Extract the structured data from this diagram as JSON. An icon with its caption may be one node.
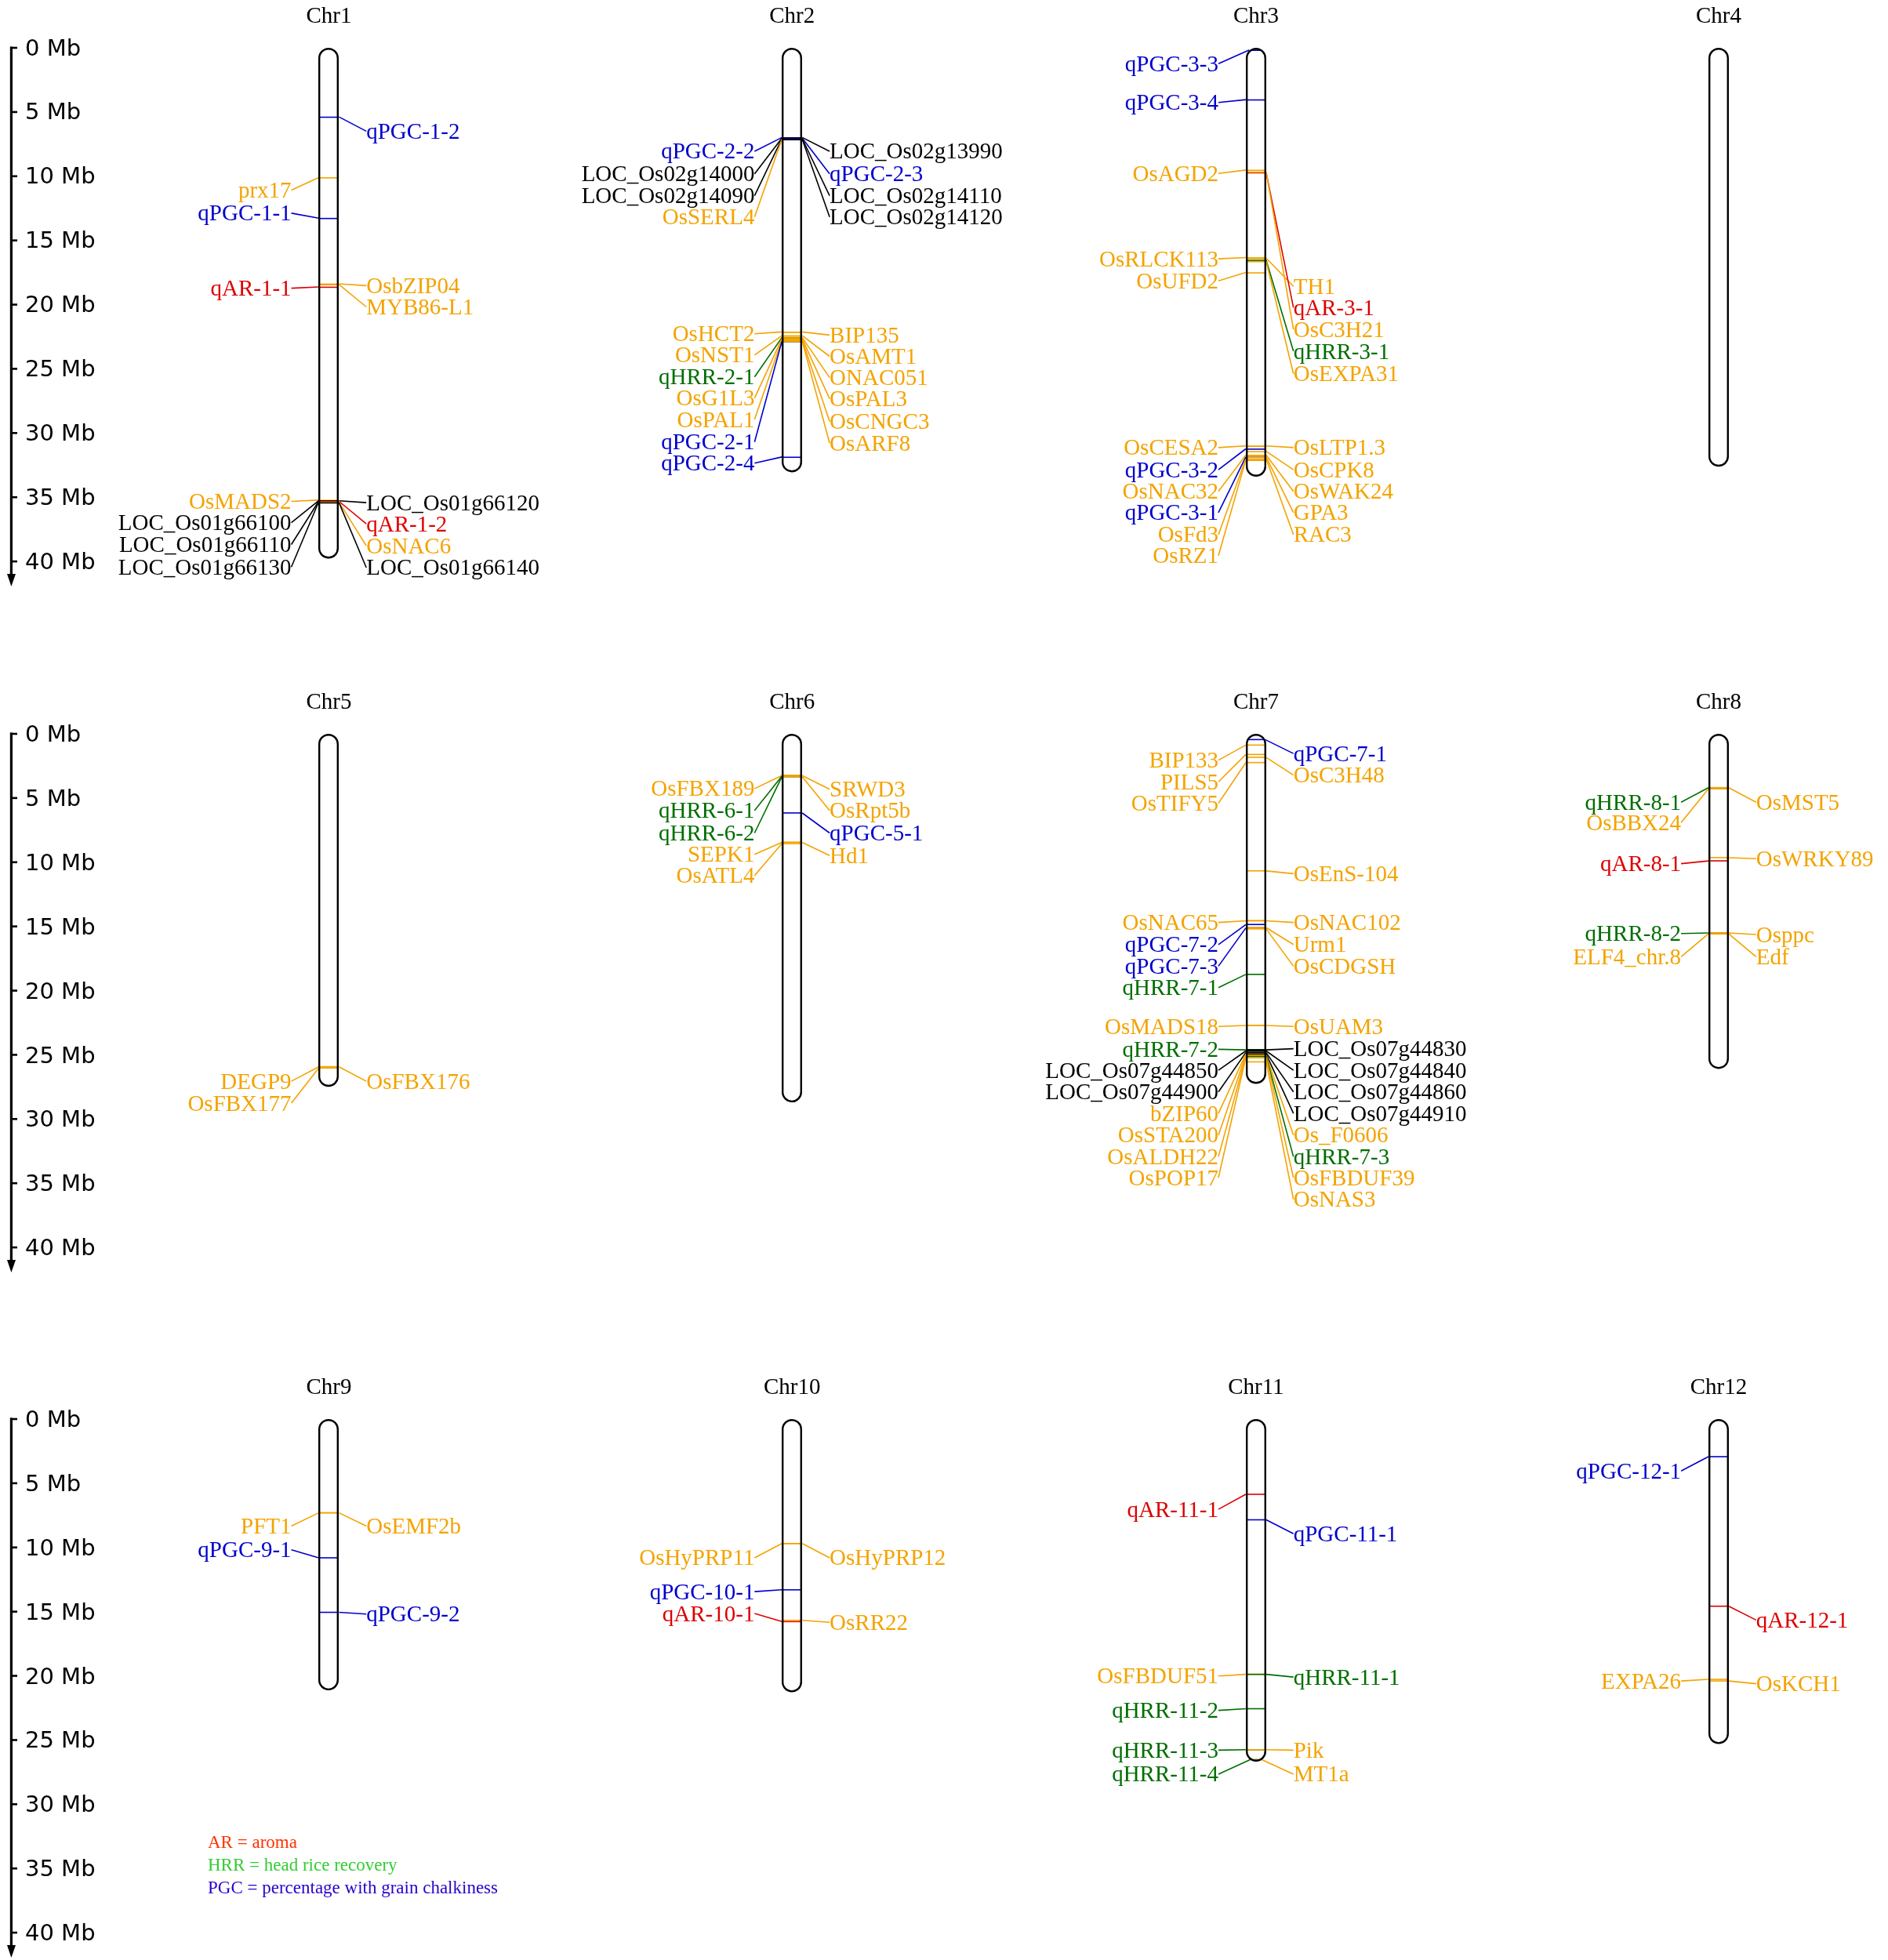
{
  "diagram": {
    "nodes": [
      {
        "text": [
          "Chr1"
        ]
      },
      {
        "text": [
          "prx17"
        ]
      },
      {
        "text": [
          "qPGC-1-1"
        ]
      },
      {
        "text": [
          "qAR-1-1"
        ]
      },
      {
        "text": [
          "OsMADS2"
        ]
      },
      {
        "text": [
          "LOC_Os01g66100"
        ]
      },
      {
        "text": [
          "LOC_Os01g66110"
        ]
      },
      {
        "text": [
          "LOC_Os01g66130"
        ]
      },
      {
        "text": [
          "qPGC-1-2"
        ]
      },
      {
        "text": [
          "OsbZIP04"
        ]
      },
      {
        "text": [
          "MYB86-L1"
        ]
      },
      {
        "text": [
          "LOC_Os01g66120"
        ]
      },
      {
        "text": [
          "qAR-1-2"
        ]
      },
      {
        "text": [
          "OsNAC6"
        ]
      },
      {
        "text": [
          "LOC_Os01g66140"
        ]
      },
      {
        "text": [
          "Chr2"
        ]
      },
      {
        "text": [
          "qPGC-2-2"
        ]
      },
      {
        "text": [
          "LOC_Os02g14000"
        ]
      },
      {
        "text": [
          "LOC_Os02g14090"
        ]
      },
      {
        "text": [
          "OsSERL4"
        ]
      },
      {
        "text": [
          "OsHCT2"
        ]
      },
      {
        "text": [
          "OsNST1"
        ]
      },
      {
        "text": [
          "qHRR-2-1"
        ]
      },
      {
        "text": [
          "OsG1L3"
        ]
      },
      {
        "text": [
          "OsPAL1"
        ]
      },
      {
        "text": [
          "qPGC-2-1"
        ]
      },
      {
        "text": [
          "qPGC-2-4"
        ]
      },
      {
        "text": [
          "LOC_Os02g13990"
        ]
      },
      {
        "text": [
          "qPGC-2-3"
        ]
      },
      {
        "text": [
          "LOC_Os02g14110"
        ]
      },
      {
        "text": [
          "LOC_Os02g14120"
        ]
      },
      {
        "text": [
          "BIP135"
        ]
      },
      {
        "text": [
          "OsAMT1"
        ]
      },
      {
        "text": [
          "ONAC051"
        ]
      },
      {
        "text": [
          "OsPAL3"
        ]
      },
      {
        "text": [
          "OsCNGC3"
        ]
      },
      {
        "text": [
          "OsARF8"
        ]
      },
      {
        "text": [
          "Chr3"
        ]
      },
      {
        "text": [
          "qPGC-3-3"
        ]
      },
      {
        "text": [
          "qPGC-3-4"
        ]
      },
      {
        "text": [
          "OsAGD2"
        ]
      },
      {
        "text": [
          "OsRLCK113"
        ]
      },
      {
        "text": [
          "OsUFD2"
        ]
      },
      {
        "text": [
          "OsCESA2"
        ]
      },
      {
        "text": [
          "qPGC-3-2"
        ]
      },
      {
        "text": [
          "OsNAC32"
        ]
      },
      {
        "text": [
          "qPGC-3-1"
        ]
      },
      {
        "text": [
          "OsFd3"
        ]
      },
      {
        "text": [
          "OsRZ1"
        ]
      },
      {
        "text": [
          "TH1"
        ]
      },
      {
        "text": [
          "qAR-3-1"
        ]
      },
      {
        "text": [
          "OsC3H21"
        ]
      },
      {
        "text": [
          "qHRR-3-1"
        ]
      },
      {
        "text": [
          "OsEXPA31"
        ]
      },
      {
        "text": [
          "OsLTP1.3"
        ]
      },
      {
        "text": [
          "OsCPK8"
        ]
      },
      {
        "text": [
          "OsWAK24"
        ]
      },
      {
        "text": [
          "GPA3"
        ]
      },
      {
        "text": [
          "RAC3"
        ]
      },
      {
        "text": [
          "Chr4"
        ]
      },
      {
        "text": [
          "Chr5"
        ]
      },
      {
        "text": [
          "DEGP9"
        ]
      },
      {
        "text": [
          "OsFBX177"
        ]
      },
      {
        "text": [
          "OsFBX176"
        ]
      },
      {
        "text": [
          "Chr6"
        ]
      },
      {
        "text": [
          "OsFBX189"
        ]
      },
      {
        "text": [
          "qHRR-6-1"
        ]
      },
      {
        "text": [
          "qHRR-6-2"
        ]
      },
      {
        "text": [
          "SEPK1"
        ]
      },
      {
        "text": [
          "OsATL4"
        ]
      },
      {
        "text": [
          "SRWD3"
        ]
      },
      {
        "text": [
          "OsRpt5b"
        ]
      },
      {
        "text": [
          "qPGC-5-1"
        ]
      },
      {
        "text": [
          "Hd1"
        ]
      },
      {
        "text": [
          "Chr7"
        ]
      },
      {
        "text": [
          "BIP133"
        ]
      },
      {
        "text": [
          "PILS5"
        ]
      },
      {
        "text": [
          "OsTIFY5"
        ]
      },
      {
        "text": [
          "OsNAC65"
        ]
      },
      {
        "text": [
          "qPGC-7-2"
        ]
      },
      {
        "text": [
          "qPGC-7-3"
        ]
      },
      {
        "text": [
          "qHRR-7-1"
        ]
      },
      {
        "text": [
          "OsMADS18"
        ]
      },
      {
        "text": [
          "qHRR-7-2"
        ]
      },
      {
        "text": [
          "LOC_Os07g44850"
        ]
      },
      {
        "text": [
          "LOC_Os07g44900"
        ]
      },
      {
        "text": [
          "bZIP60"
        ]
      },
      {
        "text": [
          "OsSTA200"
        ]
      },
      {
        "text": [
          "OsALDH22"
        ]
      },
      {
        "text": [
          "OsPOP17"
        ]
      },
      {
        "text": [
          "qPGC-7-1"
        ]
      },
      {
        "text": [
          "OsC3H48"
        ]
      },
      {
        "text": [
          "OsEnS-104"
        ]
      },
      {
        "text": [
          "OsNAC102"
        ]
      },
      {
        "text": [
          "Urm1"
        ]
      },
      {
        "text": [
          "OsCDGSH"
        ]
      },
      {
        "text": [
          "OsUAM3"
        ]
      },
      {
        "text": [
          "LOC_Os07g44830"
        ]
      },
      {
        "text": [
          "LOC_Os07g44840"
        ]
      },
      {
        "text": [
          "LOC_Os07g44860"
        ]
      },
      {
        "text": [
          "LOC_Os07g44910"
        ]
      },
      {
        "text": [
          "Os_F0606"
        ]
      },
      {
        "text": [
          "qHRR-7-3"
        ]
      },
      {
        "text": [
          "OsFBDUF39"
        ]
      },
      {
        "text": [
          "OsNAS3"
        ]
      },
      {
        "text": [
          "Chr8"
        ]
      },
      {
        "text": [
          "qHRR-8-1"
        ]
      },
      {
        "text": [
          "OsBBX24"
        ]
      },
      {
        "text": [
          "qAR-8-1"
        ]
      },
      {
        "text": [
          "qHRR-8-2"
        ]
      },
      {
        "text": [
          "ELF4_chr.8"
        ]
      },
      {
        "text": [
          "OsMST5"
        ]
      },
      {
        "text": [
          "OsWRKY89"
        ]
      },
      {
        "text": [
          "Osppc"
        ]
      },
      {
        "text": [
          "Edf"
        ]
      },
      {
        "text": [
          "Chr9"
        ]
      },
      {
        "text": [
          "PFT1"
        ]
      },
      {
        "text": [
          "qPGC-9-1"
        ]
      },
      {
        "text": [
          "OsEMF2b"
        ]
      },
      {
        "text": [
          "qPGC-9-2"
        ]
      },
      {
        "text": [
          "Chr10"
        ]
      },
      {
        "text": [
          "OsHyPRP11"
        ]
      },
      {
        "text": [
          "qPGC-10-1"
        ]
      },
      {
        "text": [
          "qAR-10-1"
        ]
      },
      {
        "text": [
          "OsHyPRP12"
        ]
      },
      {
        "text": [
          "OsRR22"
        ]
      },
      {
        "text": [
          "Chr11"
        ]
      },
      {
        "text": [
          "qAR-11-1"
        ]
      },
      {
        "text": [
          "OsFBDUF51"
        ]
      },
      {
        "text": [
          "qHRR-11-2"
        ]
      },
      {
        "text": [
          "qHRR-11-3"
        ]
      },
      {
        "text": [
          "qHRR-11-4"
        ]
      },
      {
        "text": [
          "qPGC-11-1"
        ]
      },
      {
        "text": [
          "qHRR-11-1"
        ]
      },
      {
        "text": [
          "Pik"
        ]
      },
      {
        "text": [
          "MT1a"
        ]
      },
      {
        "text": [
          "Chr12"
        ]
      },
      {
        "text": [
          "qPGC-12-1"
        ]
      },
      {
        "text": [
          "EXPA26"
        ]
      },
      {
        "text": [
          "qAR-12-1"
        ]
      },
      {
        "text": [
          "OsKCH1"
        ]
      }
    ],
    "edges": [
      {
        "from": 1,
        "to": 0,
        "arrow": "none"
      },
      {
        "from": 2,
        "to": 0,
        "arrow": "none",
        "color": "#0000cc"
      },
      {
        "from": 3,
        "to": 0,
        "arrow": "none",
        "color": "#dd0000"
      },
      {
        "from": 4,
        "to": 0,
        "arrow": "none"
      },
      {
        "from": 5,
        "to": 0,
        "arrow": "none",
        "color": "#000000"
      },
      {
        "from": 6,
        "to": 0,
        "arrow": "none",
        "color": "#000000"
      },
      {
        "from": 7,
        "to": 0,
        "arrow": "none",
        "color": "#000000"
      },
      {
        "from": 8,
        "to": 0,
        "arrow": "none",
        "color": "#0000cc"
      },
      {
        "from": 9,
        "to": 0,
        "arrow": "none"
      },
      {
        "from": 10,
        "to": 0,
        "arrow": "none"
      },
      {
        "from": 11,
        "to": 0,
        "arrow": "none",
        "color": "#000000"
      },
      {
        "from": 12,
        "to": 0,
        "arrow": "none",
        "color": "#dd0000"
      },
      {
        "from": 13,
        "to": 0,
        "arrow": "none"
      },
      {
        "from": 14,
        "to": 0,
        "arrow": "none",
        "color": "#000000"
      },
      {
        "from": 16,
        "to": 15,
        "arrow": "none",
        "color": "#0000cc"
      },
      {
        "from": 17,
        "to": 15,
        "arrow": "none",
        "color": "#000000"
      },
      {
        "from": 18,
        "to": 15,
        "arrow": "none",
        "color": "#000000"
      },
      {
        "from": 19,
        "to": 15,
        "arrow": "none"
      },
      {
        "from": 20,
        "to": 15,
        "arrow": "none"
      },
      {
        "from": 21,
        "to": 15,
        "arrow": "none"
      },
      {
        "from": 22,
        "to": 15,
        "arrow": "none",
        "color": "#006e00"
      },
      {
        "from": 23,
        "to": 15,
        "arrow": "none"
      },
      {
        "from": 24,
        "to": 15,
        "arrow": "none"
      },
      {
        "from": 25,
        "to": 15,
        "arrow": "none",
        "color": "#0000cc"
      },
      {
        "from": 26,
        "to": 15,
        "arrow": "none",
        "color": "#0000cc"
      },
      {
        "from": 27,
        "to": 15,
        "arrow": "none",
        "color": "#000000"
      },
      {
        "from": 28,
        "to": 15,
        "arrow": "none",
        "color": "#0000cc"
      },
      {
        "from": 29,
        "to": 15,
        "arrow": "none",
        "color": "#000000"
      },
      {
        "from": 30,
        "to": 15,
        "arrow": "none",
        "color": "#000000"
      },
      {
        "from": 31,
        "to": 15,
        "arrow": "none"
      },
      {
        "from": 32,
        "to": 15,
        "arrow": "none"
      },
      {
        "from": 33,
        "to": 15,
        "arrow": "none"
      },
      {
        "from": 34,
        "to": 15,
        "arrow": "none"
      },
      {
        "from": 35,
        "to": 15,
        "arrow": "none"
      },
      {
        "from": 36,
        "to": 15,
        "arrow": "none"
      },
      {
        "from": 38,
        "to": 37,
        "arrow": "none",
        "color": "#0000cc"
      },
      {
        "from": 39,
        "to": 37,
        "arrow": "none",
        "color": "#0000cc"
      },
      {
        "from": 40,
        "to": 37,
        "arrow": "none"
      },
      {
        "from": 41,
        "to": 37,
        "arrow": "none"
      },
      {
        "from": 42,
        "to": 37,
        "arrow": "none"
      },
      {
        "from": 43,
        "to": 37,
        "arrow": "none"
      },
      {
        "from": 44,
        "to": 37,
        "arrow": "none",
        "color": "#0000cc"
      },
      {
        "from": 45,
        "to": 37,
        "arrow": "none"
      },
      {
        "from": 46,
        "to": 37,
        "arrow": "none",
        "color": "#0000cc"
      },
      {
        "from": 47,
        "to": 37,
        "arrow": "none"
      },
      {
        "from": 48,
        "to": 37,
        "arrow": "none"
      },
      {
        "from": 49,
        "to": 37,
        "arrow": "none"
      },
      {
        "from": 50,
        "to": 37,
        "arrow": "none",
        "color": "#dd0000"
      },
      {
        "from": 51,
        "to": 37,
        "arrow": "none"
      },
      {
        "from": 52,
        "to": 37,
        "arrow": "none",
        "color": "#006e00"
      },
      {
        "from": 53,
        "to": 37,
        "arrow": "none"
      },
      {
        "from": 54,
        "to": 37,
        "arrow": "none"
      },
      {
        "from": 55,
        "to": 37,
        "arrow": "none"
      },
      {
        "from": 56,
        "to": 37,
        "arrow": "none"
      },
      {
        "from": 57,
        "to": 37,
        "arrow": "none"
      },
      {
        "from": 58,
        "to": 37,
        "arrow": "none"
      },
      {
        "from": 61,
        "to": 60,
        "arrow": "none"
      },
      {
        "from": 62,
        "to": 60,
        "arrow": "none"
      },
      {
        "from": 63,
        "to": 60,
        "arrow": "none"
      },
      {
        "from": 65,
        "to": 64,
        "arrow": "none"
      },
      {
        "from": 66,
        "to": 64,
        "arrow": "none",
        "color": "#006e00"
      },
      {
        "from": 67,
        "to": 64,
        "arrow": "none",
        "color": "#006e00"
      },
      {
        "from": 68,
        "to": 64,
        "arrow": "none"
      },
      {
        "from": 69,
        "to": 64,
        "arrow": "none"
      },
      {
        "from": 70,
        "to": 64,
        "arrow": "none"
      },
      {
        "from": 71,
        "to": 64,
        "arrow": "none"
      },
      {
        "from": 72,
        "to": 64,
        "arrow": "none",
        "color": "#0000cc"
      },
      {
        "from": 73,
        "to": 64,
        "arrow": "none"
      },
      {
        "from": 75,
        "to": 74,
        "arrow": "none"
      },
      {
        "from": 76,
        "to": 74,
        "arrow": "none"
      },
      {
        "from": 77,
        "to": 74,
        "arrow": "none"
      },
      {
        "from": 78,
        "to": 74,
        "arrow": "none"
      },
      {
        "from": 79,
        "to": 74,
        "arrow": "none",
        "color": "#0000cc"
      },
      {
        "from": 80,
        "to": 74,
        "arrow": "none",
        "color": "#0000cc"
      },
      {
        "from": 81,
        "to": 74,
        "arrow": "none",
        "color": "#006e00"
      },
      {
        "from": 82,
        "to": 74,
        "arrow": "none"
      },
      {
        "from": 83,
        "to": 74,
        "arrow": "none",
        "color": "#006e00"
      },
      {
        "from": 84,
        "to": 74,
        "arrow": "none",
        "color": "#000000"
      },
      {
        "from": 85,
        "to": 74,
        "arrow": "none",
        "color": "#000000"
      },
      {
        "from": 86,
        "to": 74,
        "arrow": "none"
      },
      {
        "from": 87,
        "to": 74,
        "arrow": "none"
      },
      {
        "from": 88,
        "to": 74,
        "arrow": "none"
      },
      {
        "from": 89,
        "to": 74,
        "arrow": "none"
      },
      {
        "from": 90,
        "to": 74,
        "arrow": "none",
        "color": "#0000cc"
      },
      {
        "from": 91,
        "to": 74,
        "arrow": "none"
      },
      {
        "from": 92,
        "to": 74,
        "arrow": "none"
      },
      {
        "from": 93,
        "to": 74,
        "arrow": "none"
      },
      {
        "from": 94,
        "to": 74,
        "arrow": "none"
      },
      {
        "from": 95,
        "to": 74,
        "arrow": "none"
      },
      {
        "from": 96,
        "to": 74,
        "arrow": "none"
      },
      {
        "from": 97,
        "to": 74,
        "arrow": "none",
        "color": "#000000"
      },
      {
        "from": 98,
        "to": 74,
        "arrow": "none",
        "color": "#000000"
      },
      {
        "from": 99,
        "to": 74,
        "arrow": "none",
        "color": "#000000"
      },
      {
        "from": 100,
        "to": 74,
        "arrow": "none",
        "color": "#000000"
      },
      {
        "from": 101,
        "to": 74,
        "arrow": "none"
      },
      {
        "from": 102,
        "to": 74,
        "arrow": "none",
        "color": "#006e00"
      },
      {
        "from": 103,
        "to": 74,
        "arrow": "none"
      },
      {
        "from": 104,
        "to": 74,
        "arrow": "none"
      },
      {
        "from": 106,
        "to": 105,
        "arrow": "none",
        "color": "#006e00"
      },
      {
        "from": 107,
        "to": 105,
        "arrow": "none"
      },
      {
        "from": 108,
        "to": 105,
        "arrow": "none",
        "color": "#dd0000"
      },
      {
        "from": 109,
        "to": 105,
        "arrow": "none",
        "color": "#006e00"
      },
      {
        "from": 110,
        "to": 105,
        "arrow": "none"
      },
      {
        "from": 111,
        "to": 105,
        "arrow": "none"
      },
      {
        "from": 112,
        "to": 105,
        "arrow": "none"
      },
      {
        "from": 113,
        "to": 105,
        "arrow": "none"
      },
      {
        "from": 114,
        "to": 105,
        "arrow": "none"
      },
      {
        "from": 116,
        "to": 115,
        "arrow": "none"
      },
      {
        "from": 117,
        "to": 115,
        "arrow": "none",
        "color": "#0000cc"
      },
      {
        "from": 118,
        "to": 115,
        "arrow": "none"
      },
      {
        "from": 119,
        "to": 115,
        "arrow": "none",
        "color": "#0000cc"
      },
      {
        "from": 121,
        "to": 120,
        "arrow": "none"
      },
      {
        "from": 122,
        "to": 120,
        "arrow": "none",
        "color": "#0000cc"
      },
      {
        "from": 123,
        "to": 120,
        "arrow": "none",
        "color": "#dd0000"
      },
      {
        "from": 124,
        "to": 120,
        "arrow": "none"
      },
      {
        "from": 125,
        "to": 120,
        "arrow": "none"
      },
      {
        "from": 127,
        "to": 126,
        "arrow": "none",
        "color": "#dd0000"
      },
      {
        "from": 128,
        "to": 126,
        "arrow": "none"
      },
      {
        "from": 129,
        "to": 126,
        "arrow": "none",
        "color": "#006e00"
      },
      {
        "from": 130,
        "to": 126,
        "arrow": "none",
        "color": "#006e00"
      },
      {
        "from": 131,
        "to": 126,
        "arrow": "none",
        "color": "#006e00"
      },
      {
        "from": 132,
        "to": 126,
        "arrow": "none",
        "color": "#0000cc"
      },
      {
        "from": 133,
        "to": 126,
        "arrow": "none",
        "color": "#006e00"
      },
      {
        "from": 134,
        "to": 126,
        "arrow": "none"
      },
      {
        "from": 135,
        "to": 126,
        "arrow": "none"
      },
      {
        "from": 137,
        "to": 136,
        "arrow": "none",
        "color": "#0000cc"
      },
      {
        "from": 138,
        "to": 136,
        "arrow": "none"
      },
      {
        "from": 139,
        "to": 136,
        "arrow": "none",
        "color": "#dd0000"
      },
      {
        "from": 140,
        "to": 136,
        "arrow": "none"
      }
    ],
    "labels": [
      "0 Mb",
      "5 Mb",
      "10 Mb",
      "15 Mb",
      "20 Mb",
      "25 Mb",
      "30 Mb",
      "35 Mb",
      "40 Mb",
      "0 Mb",
      "5 Mb",
      "10 Mb",
      "15 Mb",
      "20 Mb",
      "25 Mb",
      "30 Mb",
      "35 Mb",
      "40 Mb",
      "0 Mb",
      "5 Mb",
      "10 Mb",
      "15 Mb",
      "20 Mb",
      "25 Mb",
      "30 Mb",
      "35 Mb",
      "40 Mb"
    ],
    "legend": [
      {
        "text": "AR = aroma",
        "color": "#ff3300"
      },
      {
        "text": "HRR = head rice recovery",
        "color": "#33cc33"
      },
      {
        "text": "PGC = percentage with grain chalkiness",
        "color": "#2a00cc"
      }
    ]
  }
}
